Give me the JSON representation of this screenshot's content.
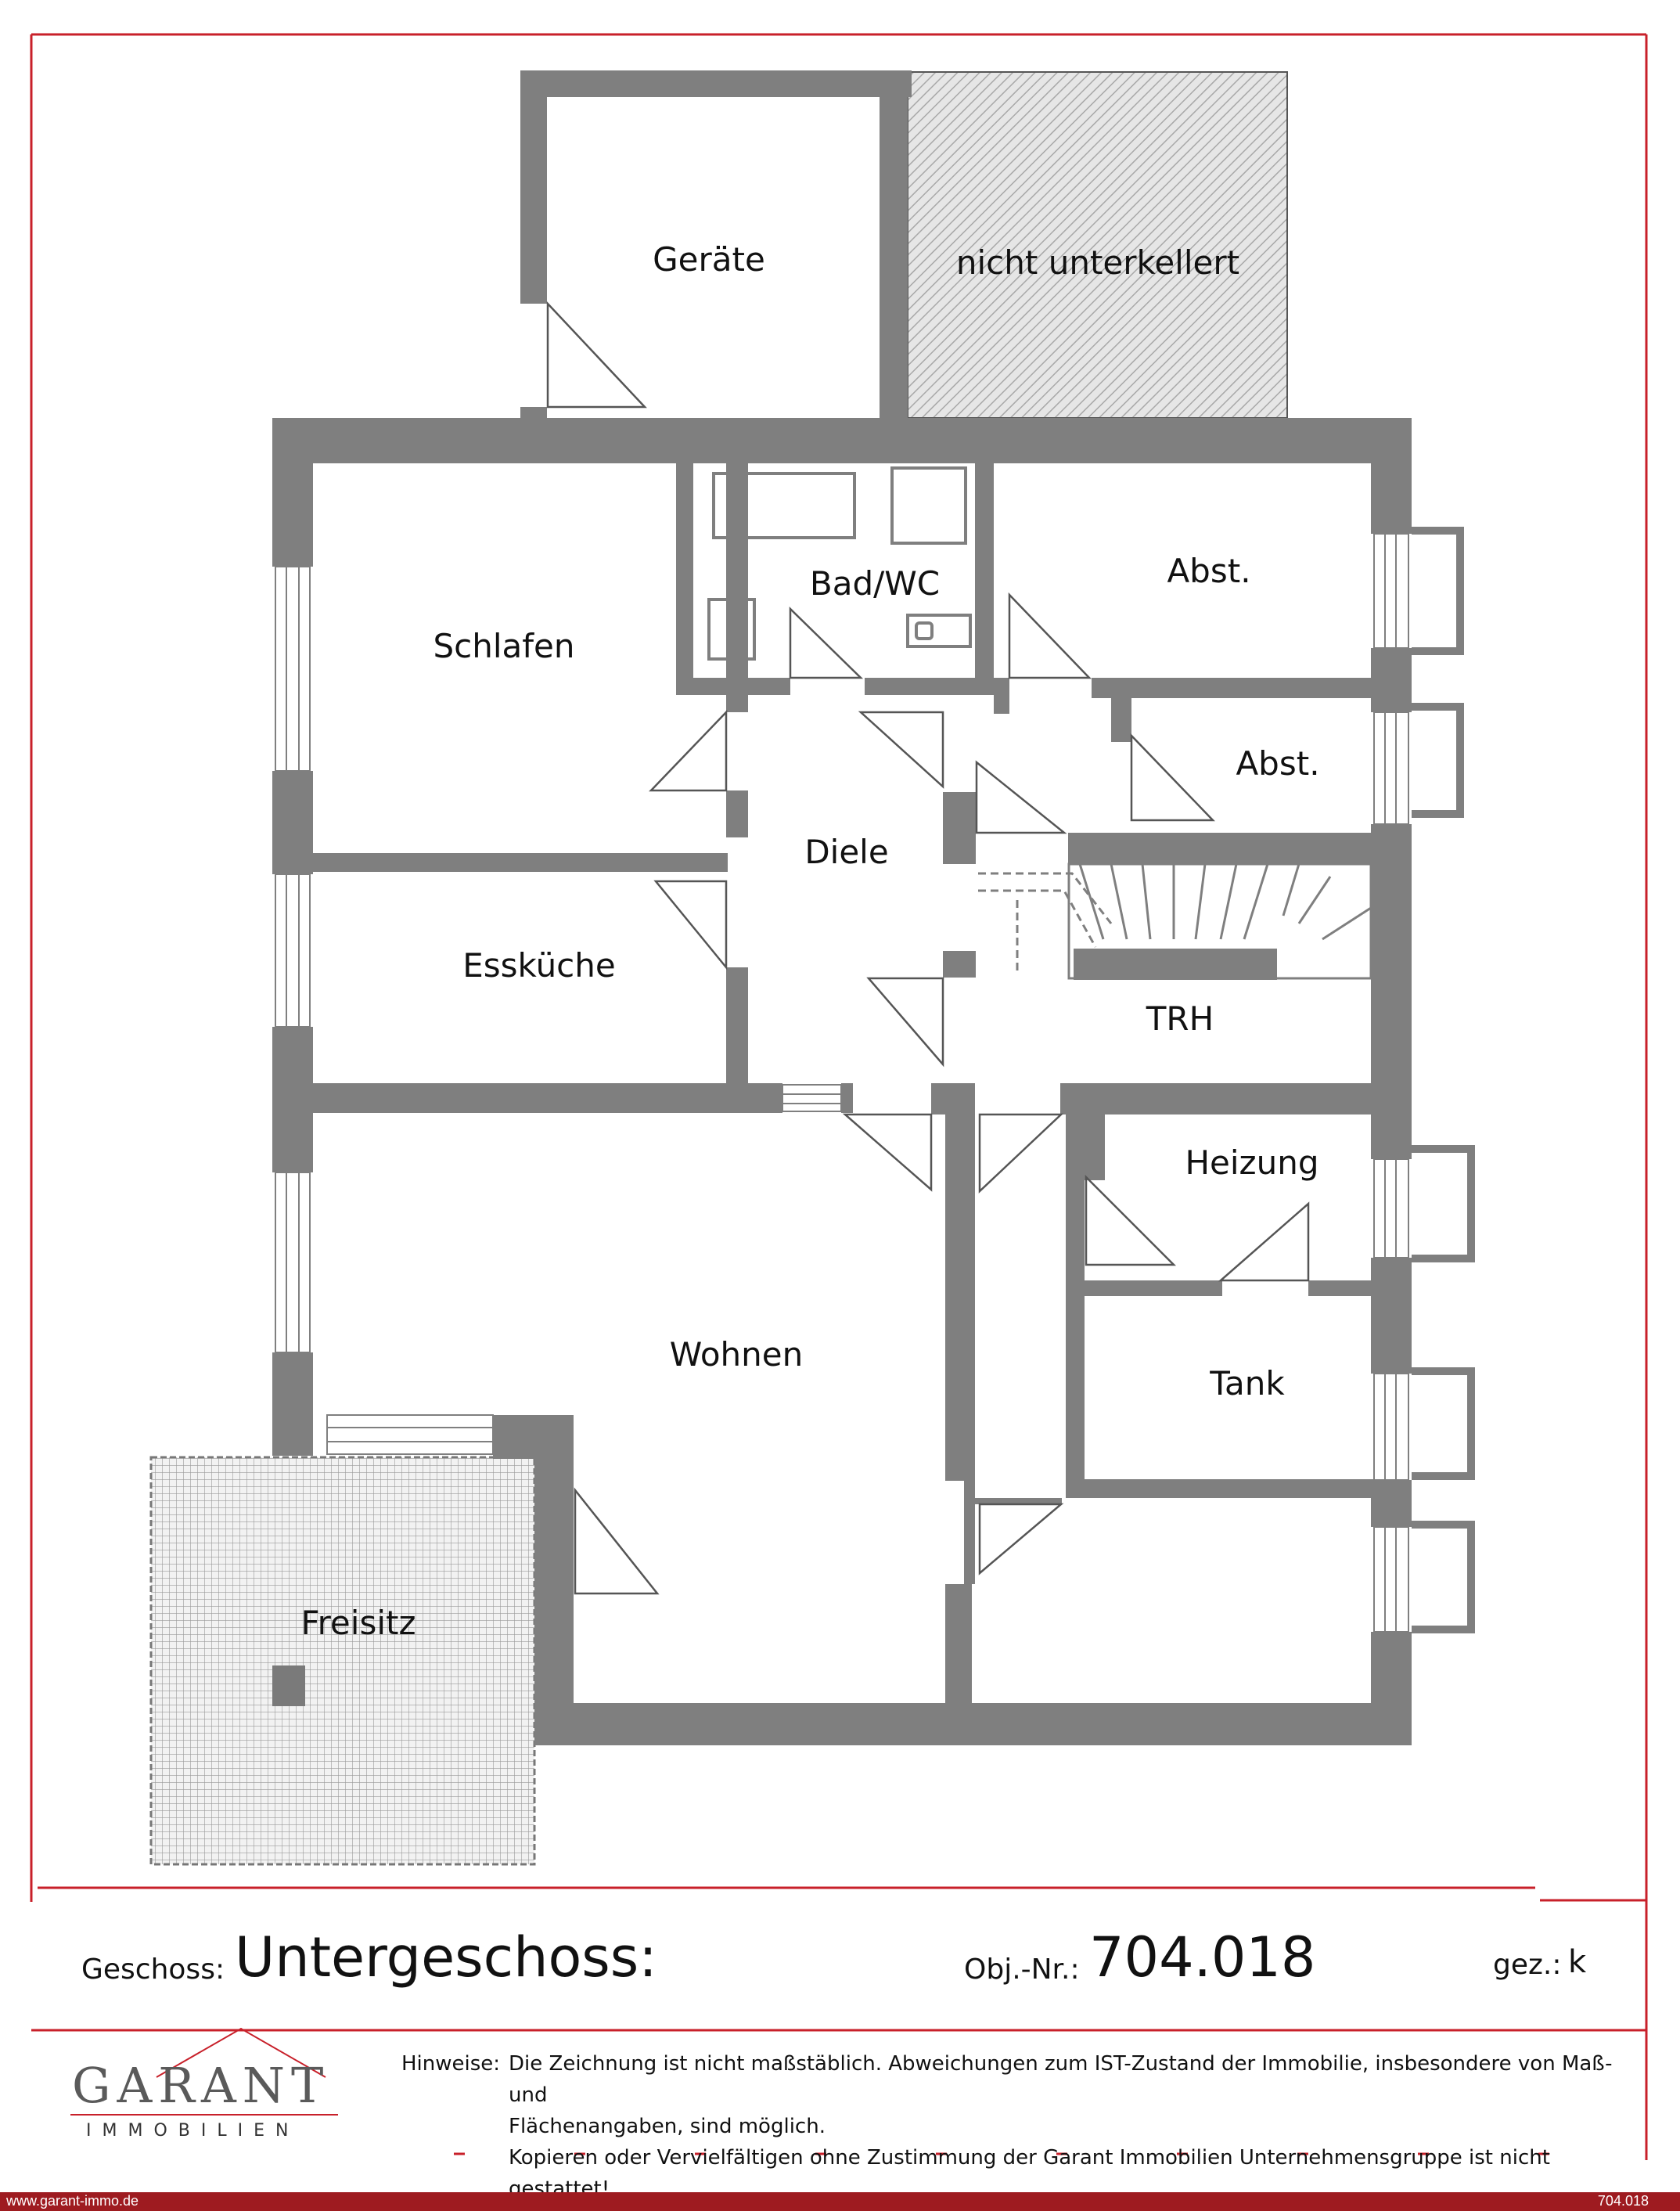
{
  "rooms": {
    "geraete": "Geräte",
    "nicht_unterkellert": "nicht unterkellert",
    "schlafen": "Schlafen",
    "bad_wc": "Bad/WC",
    "abst1": "Abst.",
    "abst2": "Abst.",
    "diele": "Diele",
    "esskueche": "Essküche",
    "trh": "TRH",
    "heizung": "Heizung",
    "wohnen": "Wohnen",
    "tank": "Tank",
    "freisitz": "Freisitz"
  },
  "title_block": {
    "geschoss_label": "Geschoss:",
    "geschoss_value": "Untergeschoss:",
    "obj_label": "Obj.-Nr.:",
    "obj_value": "704.018",
    "gez_label": "gez.:",
    "gez_value": "k"
  },
  "logo": {
    "name": "GARANT",
    "sub": "IMMOBILIEN"
  },
  "notes": {
    "label": "Hinweise:",
    "line1": "Die Zeichnung ist nicht maßstäblich. Abweichungen zum IST-Zustand der Immobilie, insbesondere von Maß- und",
    "line2": "Flächenangaben, sind möglich.",
    "line3": "Kopieren oder Vervielfältigen ohne Zustimmung der Garant Immobilien Unternehmensgruppe ist nicht gestattet!"
  },
  "footer": {
    "url": "www.garant-immo.de",
    "ref": "704.018"
  },
  "colors": {
    "wall": "#7f7f7f",
    "frame": "#c8202a",
    "footer_bar": "#9e1b20",
    "logo_gray": "#5a5a5a"
  }
}
